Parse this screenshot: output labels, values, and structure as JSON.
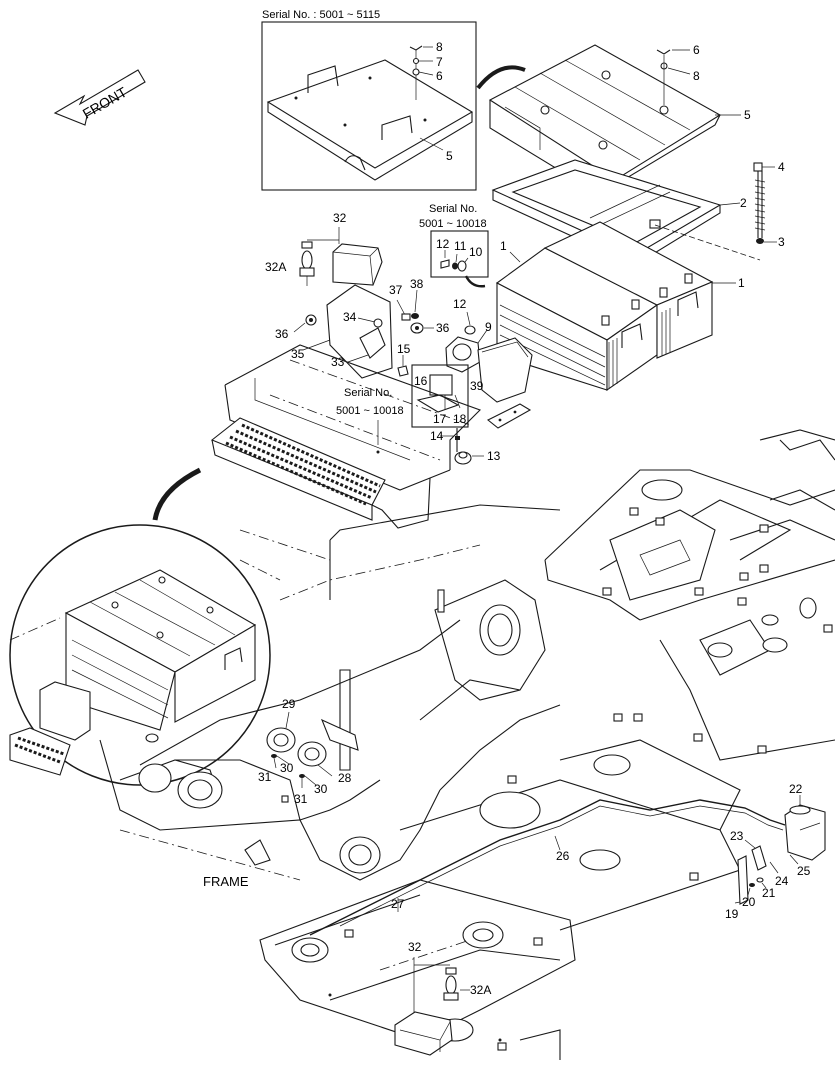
{
  "direction_label": "FRONT",
  "frame_label": "FRAME",
  "insets": {
    "top_box_serial": "Serial No. : 5001 ~ 5115",
    "small_box_serial_line1": "Serial No.",
    "small_box_serial_line2": "5001 ~ 10018",
    "mid_serial_line1": "Serial No.",
    "mid_serial_line2": "5001 ~ 10018"
  },
  "callouts": {
    "c1a": "1",
    "c1b": "1",
    "c2": "2",
    "c3": "3",
    "c4": "4",
    "c5a": "5",
    "c5b": "5",
    "c6a": "6",
    "c6b": "6",
    "c7": "7",
    "c8a": "8",
    "c8b": "8",
    "c9": "9",
    "c10": "10",
    "c11": "11",
    "c12a": "12",
    "c12b": "12",
    "c13": "13",
    "c14": "14",
    "c15": "15",
    "c16": "16",
    "c17": "17",
    "c18": "18",
    "c19": "19",
    "c20": "20",
    "c21": "21",
    "c22": "22",
    "c23": "23",
    "c24": "24",
    "c25": "25",
    "c26": "26",
    "c27": "27",
    "c28": "28",
    "c29": "29",
    "c30a": "30",
    "c30b": "30",
    "c31a": "31",
    "c31b": "31",
    "c32a": "32",
    "c32b": "32",
    "c32Aa": "32A",
    "c32Ab": "32A",
    "c33": "33",
    "c34": "34",
    "c35": "35",
    "c36a": "36",
    "c36b": "36",
    "c37": "37",
    "c38": "38",
    "c39": "39"
  }
}
